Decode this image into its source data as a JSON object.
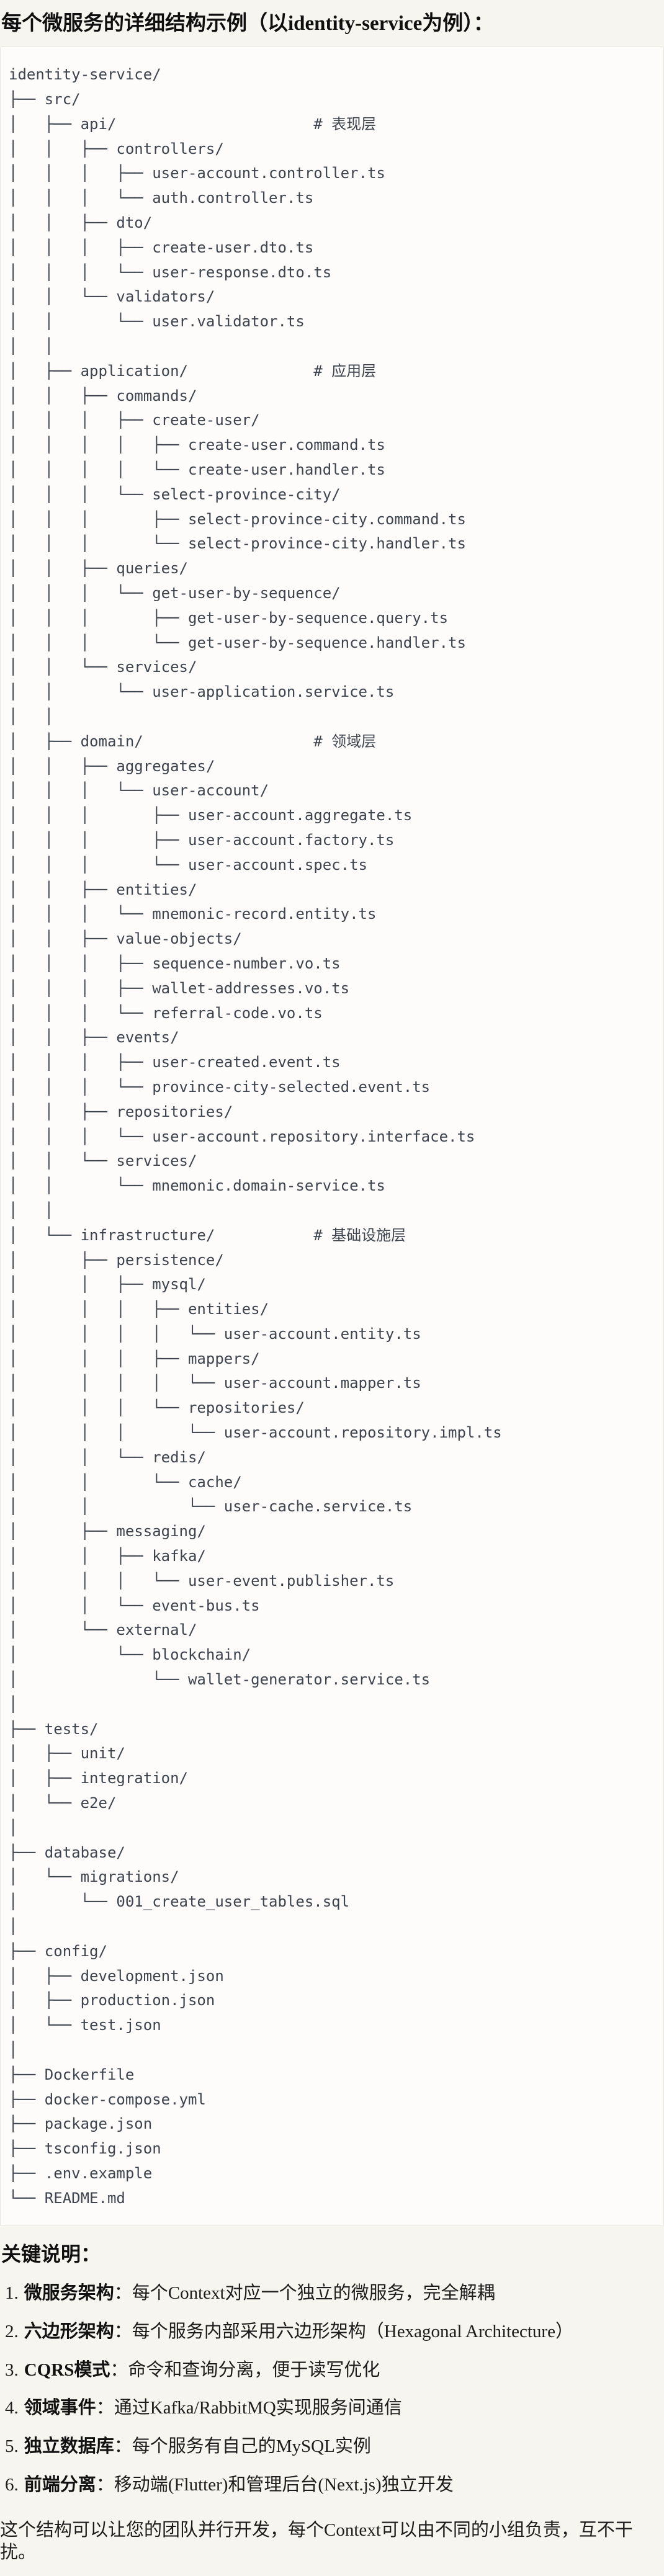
{
  "page": {
    "title": "每个微服务的详细结构示例（以identity-service为例）：",
    "code_block": {
      "language": "text",
      "tree_lines": [
        "identity-service/",
        "├── src/",
        "│   ├── api/                      # 表现层",
        "│   │   ├── controllers/",
        "│   │   │   ├── user-account.controller.ts",
        "│   │   │   └── auth.controller.ts",
        "│   │   ├── dto/",
        "│   │   │   ├── create-user.dto.ts",
        "│   │   │   └── user-response.dto.ts",
        "│   │   └── validators/",
        "│   │       └── user.validator.ts",
        "│   │",
        "│   ├── application/              # 应用层",
        "│   │   ├── commands/",
        "│   │   │   ├── create-user/",
        "│   │   │   │   ├── create-user.command.ts",
        "│   │   │   │   └── create-user.handler.ts",
        "│   │   │   └── select-province-city/",
        "│   │   │       ├── select-province-city.command.ts",
        "│   │   │       └── select-province-city.handler.ts",
        "│   │   ├── queries/",
        "│   │   │   └── get-user-by-sequence/",
        "│   │   │       ├── get-user-by-sequence.query.ts",
        "│   │   │       └── get-user-by-sequence.handler.ts",
        "│   │   └── services/",
        "│   │       └── user-application.service.ts",
        "│   │",
        "│   ├── domain/                   # 领域层",
        "│   │   ├── aggregates/",
        "│   │   │   └── user-account/",
        "│   │   │       ├── user-account.aggregate.ts",
        "│   │   │       ├── user-account.factory.ts",
        "│   │   │       └── user-account.spec.ts",
        "│   │   ├── entities/",
        "│   │   │   └── mnemonic-record.entity.ts",
        "│   │   ├── value-objects/",
        "│   │   │   ├── sequence-number.vo.ts",
        "│   │   │   ├── wallet-addresses.vo.ts",
        "│   │   │   └── referral-code.vo.ts",
        "│   │   ├── events/",
        "│   │   │   ├── user-created.event.ts",
        "│   │   │   └── province-city-selected.event.ts",
        "│   │   ├── repositories/",
        "│   │   │   └── user-account.repository.interface.ts",
        "│   │   └── services/",
        "│   │       └── mnemonic.domain-service.ts",
        "│   │",
        "│   └── infrastructure/           # 基础设施层",
        "│       ├── persistence/",
        "│       │   ├── mysql/",
        "│       │   │   ├── entities/",
        "│       │   │   │   └── user-account.entity.ts",
        "│       │   │   ├── mappers/",
        "│       │   │   │   └── user-account.mapper.ts",
        "│       │   │   └── repositories/",
        "│       │   │       └── user-account.repository.impl.ts",
        "│       │   └── redis/",
        "│       │       └── cache/",
        "│       │           └── user-cache.service.ts",
        "│       ├── messaging/",
        "│       │   ├── kafka/",
        "│       │   │   └── user-event.publisher.ts",
        "│       │   └── event-bus.ts",
        "│       └── external/",
        "│           └── blockchain/",
        "│               └── wallet-generator.service.ts",
        "│",
        "├── tests/",
        "│   ├── unit/",
        "│   ├── integration/",
        "│   └── e2e/",
        "│",
        "├── database/",
        "│   └── migrations/",
        "│       └── 001_create_user_tables.sql",
        "│",
        "├── config/",
        "│   ├── development.json",
        "│   ├── production.json",
        "│   └── test.json",
        "│",
        "├── Dockerfile",
        "├── docker-compose.yml",
        "├── package.json",
        "├── tsconfig.json",
        "├── .env.example",
        "└── README.md"
      ]
    },
    "notes": {
      "heading": "关键说明：",
      "items": [
        {
          "num": "1.",
          "label": "微服务架构",
          "text": "：每个Context对应一个独立的微服务，完全解耦"
        },
        {
          "num": "2.",
          "label": "六边形架构",
          "text": "：每个服务内部采用六边形架构（Hexagonal Architecture）"
        },
        {
          "num": "3.",
          "label": "CQRS模式",
          "text": "：命令和查询分离，便于读写优化"
        },
        {
          "num": "4.",
          "label": "领域事件",
          "text": "：通过Kafka/RabbitMQ实现服务间通信"
        },
        {
          "num": "5.",
          "label": "独立数据库",
          "text": "：每个服务有自己的MySQL实例"
        },
        {
          "num": "6.",
          "label": "前端分离",
          "text": "：移动端(Flutter)和管理后台(Next.js)独立开发"
        }
      ],
      "footer": "这个结构可以让您的团队并行开发，每个Context可以由不同的小组负责，互不干扰。"
    },
    "colors": {
      "page_bg": "#f7f5ef",
      "code_bg": "#fdfcfa",
      "code_border": "#e8e5df",
      "code_text": "#3e444e",
      "body_text": "#1c1c1c"
    }
  }
}
